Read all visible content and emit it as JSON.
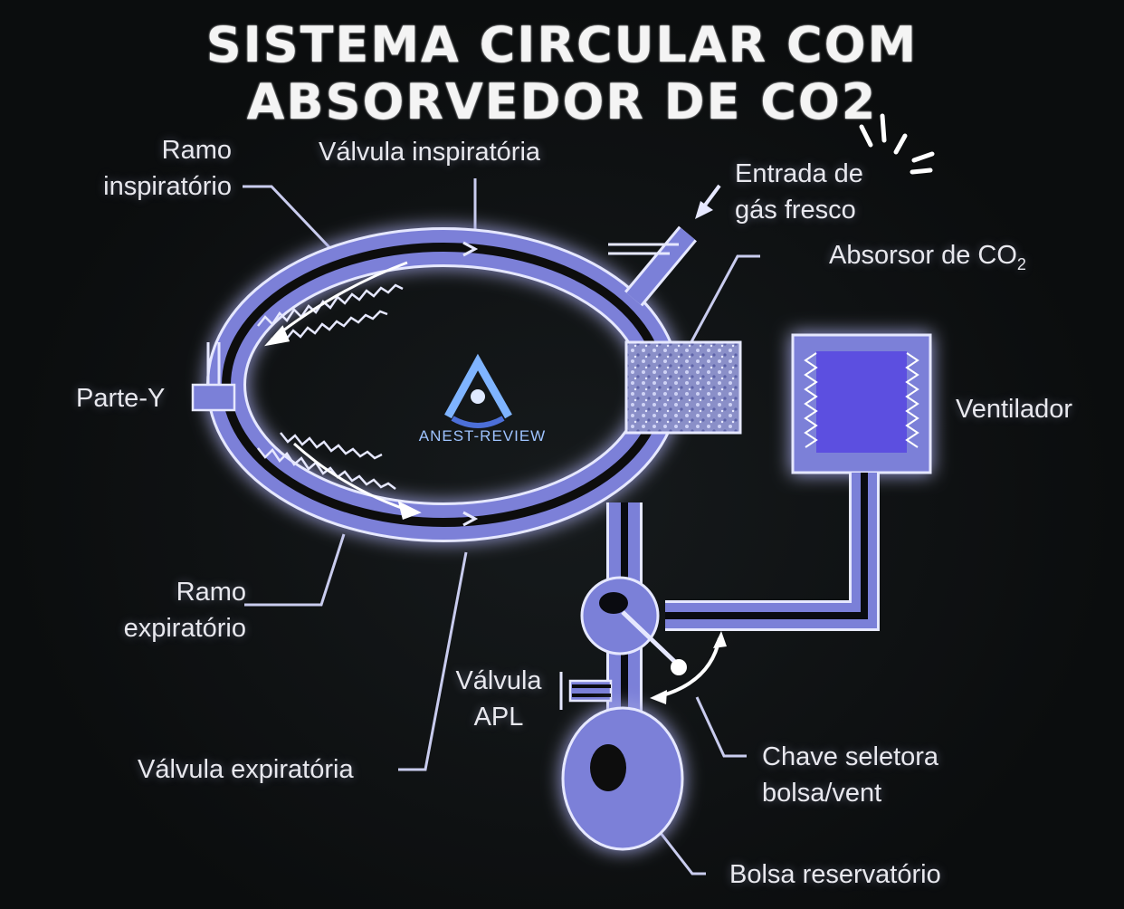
{
  "title": "SISTEMA CIRCULAR COM ABSORVEDOR DE CO2",
  "labels": {
    "ramo_insp_1": "Ramo",
    "ramo_insp_2": "inspiratório",
    "valvula_insp": "Válvula inspiratória",
    "entrada_1": "Entrada de",
    "entrada_2": "gás fresco",
    "absorsor": "Absorsor de CO",
    "absorsor_sub": "2",
    "parte_y": "Parte-Y",
    "ventilador": "Ventilador",
    "ramo_exp_1": "Ramo",
    "ramo_exp_2": "expiratório",
    "valvula_apl_1": "Válvula",
    "valvula_apl_2": "APL",
    "valvula_exp": "Válvula expiratória",
    "chave_1": "Chave seletora",
    "chave_2": "bolsa/vent",
    "bolsa": "Bolsa reservatório"
  },
  "brand": "ANEST-REVIEW",
  "colors": {
    "tube": "#7b80d8",
    "tube_edge": "#e6e8ff",
    "lumen": "#0a0b10",
    "ventilator": "#5b4fe0",
    "label": "#e8e8ee",
    "leader": "#c9ccee"
  }
}
